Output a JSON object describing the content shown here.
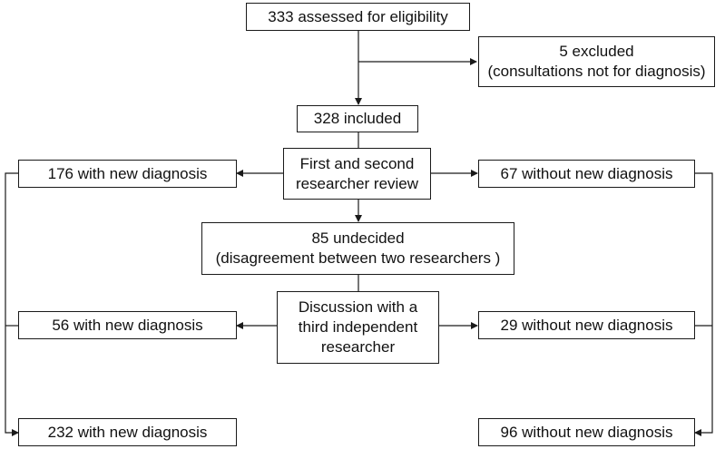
{
  "flowchart": {
    "assessed": "333 assessed for eligibility",
    "excluded": "5 excluded\n(consultations not for diagnosis)",
    "included": "328 included",
    "review": "First and second\nresearcher review",
    "review_new_diagnosis": "176 with new diagnosis",
    "review_without_diagnosis": "67 without new diagnosis",
    "undecided": "85 undecided\n(disagreement between two researchers )",
    "discussion": "Discussion with a\nthird independent\nresearcher",
    "discussion_new_diagnosis": "56 with new diagnosis",
    "discussion_without_diagnosis": "29 without new diagnosis",
    "total_new_diagnosis": "232 with new diagnosis",
    "total_without_diagnosis": "96 without new diagnosis"
  },
  "colors": {
    "line": "#1a1a1a",
    "box_border": "#1a1a1a",
    "background": "#ffffff"
  }
}
